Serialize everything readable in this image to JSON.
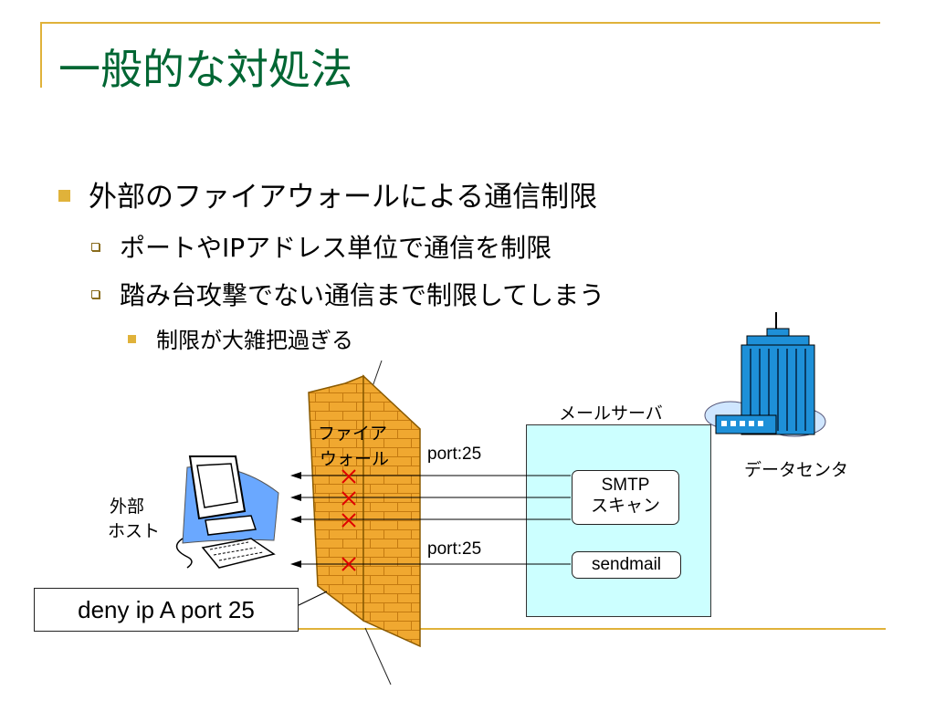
{
  "slide": {
    "title": "一般的な対処法",
    "bullet_l1": "外部のファイアウォールによる通信制限",
    "bullets_l2": [
      "ポートやIPアドレス単位で通信を制限",
      "踏み台攻撃でない通信まで制限してしまう"
    ],
    "bullet_l3": "制限が大雑把過ぎる"
  },
  "diagram": {
    "firewall_label_line1": "ファイア",
    "firewall_label_line2": "ウォール",
    "mail_server_label": "メールサーバ",
    "datacenter_label": "データセンタ",
    "external_host_line1": "外部",
    "external_host_line2": "ホスト",
    "port_label_top": "port:25",
    "port_label_bottom": "port:25",
    "smtp_line1": "SMTP",
    "smtp_line2": "スキャン",
    "sendmail_label": "sendmail",
    "deny_rule": "deny ip A port 25"
  },
  "colors": {
    "title": "#006633",
    "accent": "#e0b23a",
    "firewall": "#f0a830",
    "mail_box": "#ccffff",
    "block_mark": "#e00000",
    "building": "#1e90d8"
  },
  "icons": [
    "computer-icon",
    "firewall-icon",
    "building-icon",
    "block-x-icon"
  ]
}
